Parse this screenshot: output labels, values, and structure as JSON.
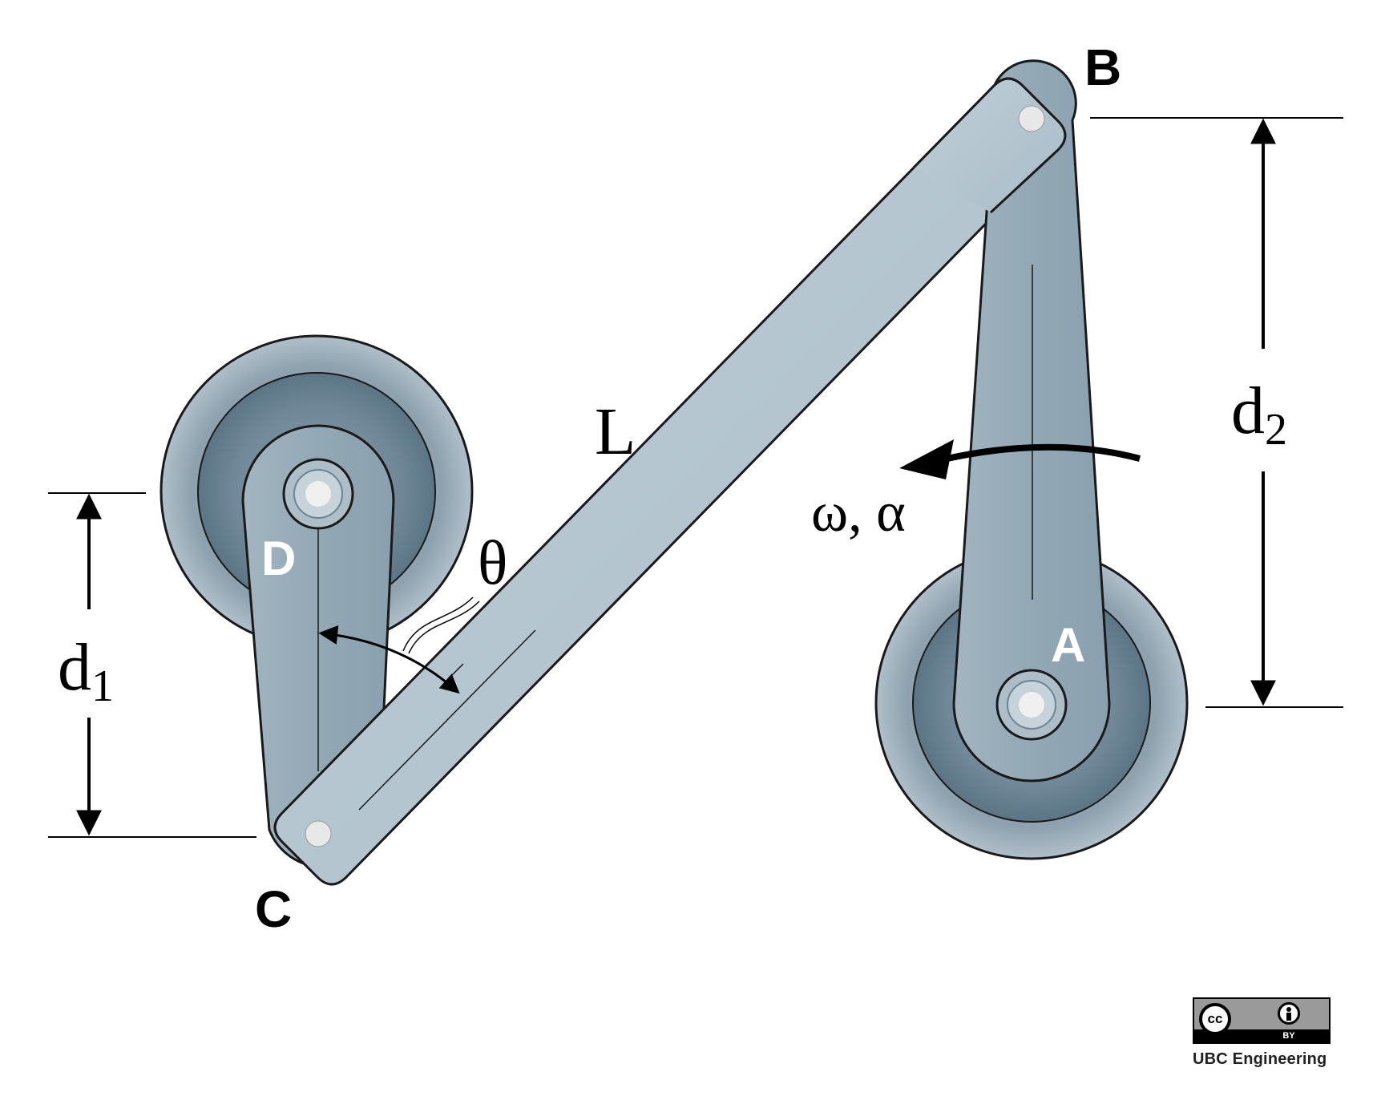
{
  "labels": {
    "A": "A",
    "B": "B",
    "C": "C",
    "D": "D",
    "L": "L",
    "theta": "θ",
    "omega_alpha": "ω, α",
    "d1_main": "d",
    "d1_sub": "1",
    "d2_main": "d",
    "d2_sub": "2"
  },
  "license": {
    "cc": "cc",
    "by": "BY",
    "credit": "UBC Engineering"
  },
  "colors": {
    "link": "#b7c7d1",
    "link_dark": "#93a9b7",
    "wheel_outer": "#9fb0bc",
    "wheel_inner": "#6f8898",
    "outline": "#1a1a1a",
    "pin": "#e6e6e6"
  }
}
